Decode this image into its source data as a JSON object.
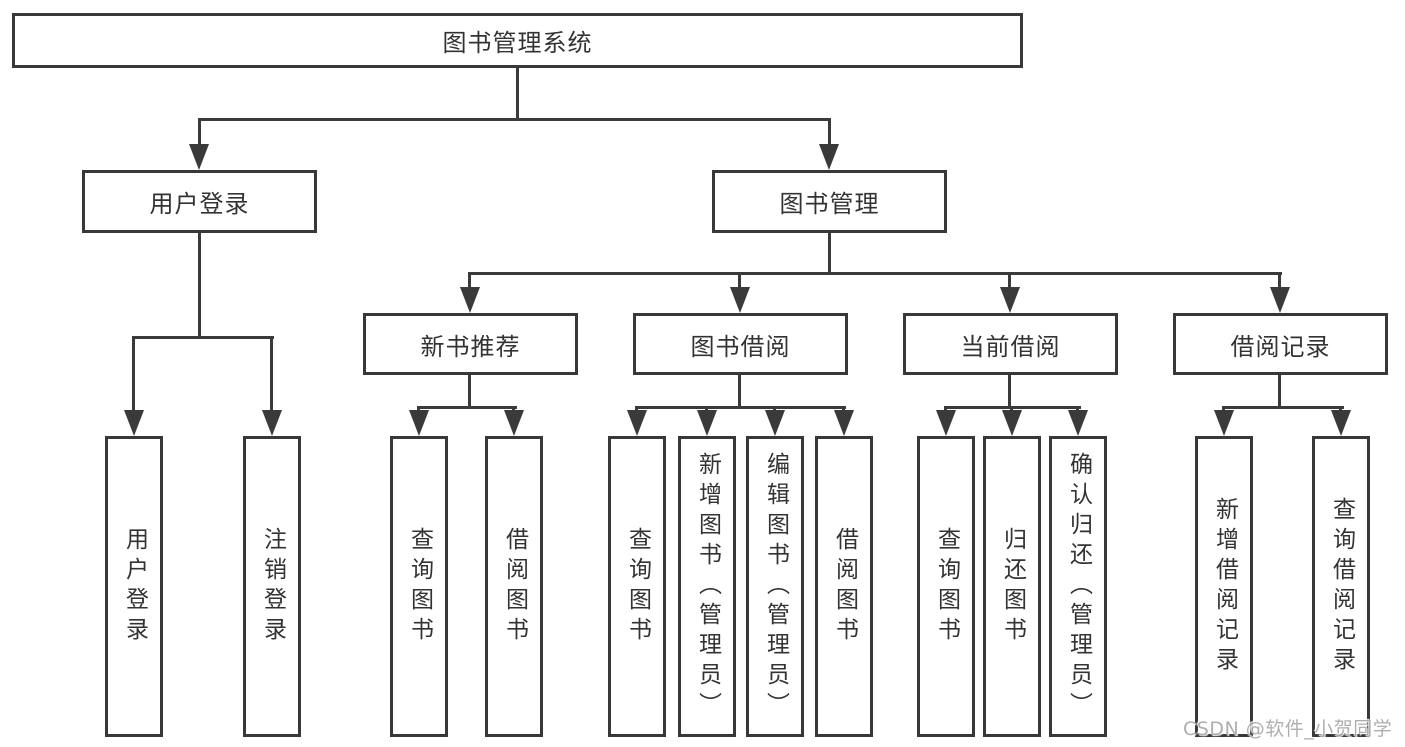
{
  "title_box": "图书管理系统",
  "branches": {
    "login": {
      "label": "用户登录",
      "leaves": [
        "用户登录",
        "注销登录"
      ]
    },
    "management": {
      "label": "图书管理",
      "sections": [
        {
          "label": "新书推荐",
          "leaves": [
            "查询图书",
            "借阅图书"
          ]
        },
        {
          "label": "图书借阅",
          "leaves": [
            "查询图书",
            "新增图书（管理员）",
            "编辑图书（管理员）",
            "借阅图书"
          ]
        },
        {
          "label": "当前借阅",
          "leaves": [
            "查询图书",
            "归还图书",
            "确认归还（管理员）"
          ]
        },
        {
          "label": "借阅记录",
          "leaves": [
            "新增借阅记录",
            "查询借阅记录"
          ]
        }
      ]
    }
  },
  "watermark": "CSDN @软件_小贺同学",
  "colors": {
    "line": "#3a3a3a",
    "border": "#383838",
    "text": "#333333",
    "background": "#ffffff",
    "watermark": "#a8a8a8"
  }
}
